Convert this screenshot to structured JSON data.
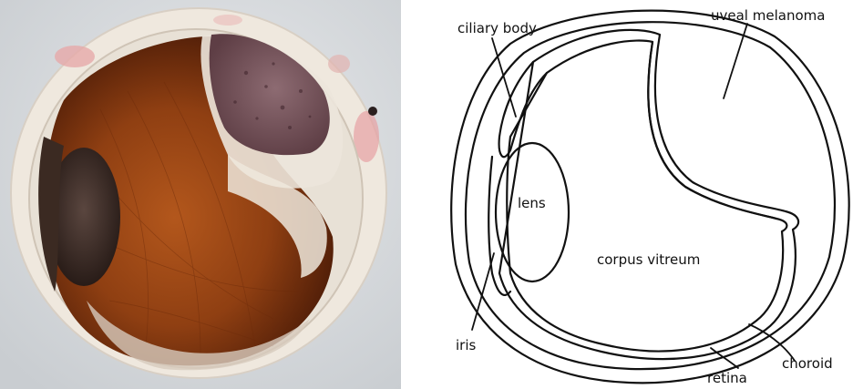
{
  "diagram": {
    "labels": {
      "ciliary_body": "ciliary body",
      "uveal_melanoma": "uveal melanoma",
      "lens": "lens",
      "corpus_vitreum": "corpus vitreum",
      "iris": "iris",
      "choroid": "choroid",
      "retina": "retina"
    }
  },
  "colors": {
    "photo_background": "#dde0e2",
    "sclera": "#f1ece3",
    "vitreous_brown": "#8a3b10",
    "tumor": "#7f5b62",
    "lens": "#3a2a26",
    "line": "#111111"
  }
}
